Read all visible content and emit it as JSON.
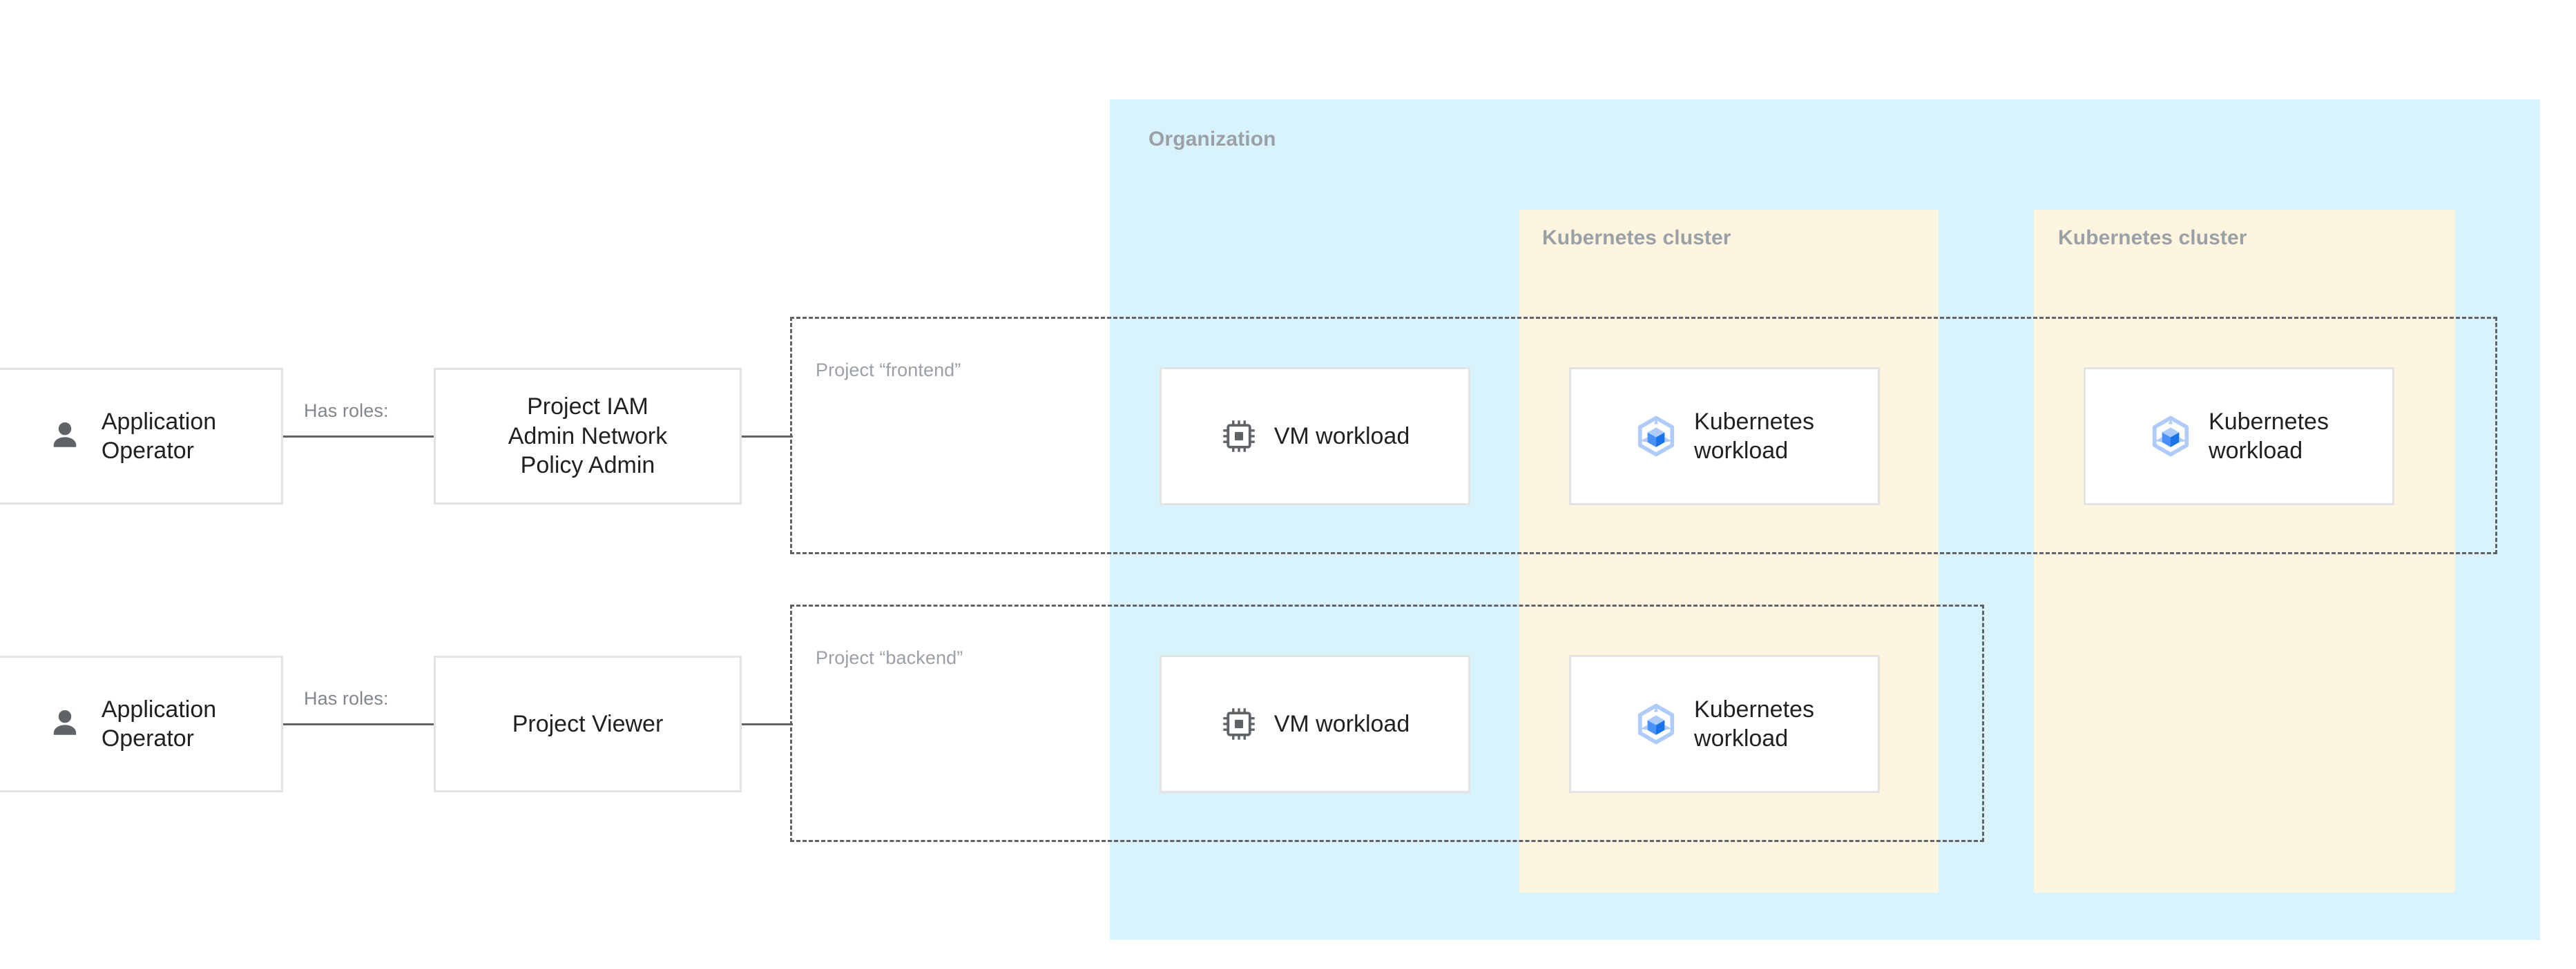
{
  "organization": {
    "label": "Organization",
    "bg_color": "#D9F3FD",
    "label_color": "#9AA0A6"
  },
  "clusters": [
    {
      "label": "Kubernetes cluster",
      "bg_color": "#FDF5DF"
    },
    {
      "label": "Kubernetes cluster",
      "bg_color": "#FDF5DF"
    }
  ],
  "projects": [
    {
      "label": "Project “frontend”"
    },
    {
      "label": "Project “backend”"
    }
  ],
  "actors": [
    {
      "label": "Application\nOperator",
      "icon": "person-icon"
    },
    {
      "label": "Application\nOperator",
      "icon": "person-icon"
    }
  ],
  "roles": [
    {
      "label": "Project IAM\nAdmin Network\nPolicy Admin"
    },
    {
      "label": "Project Viewer"
    }
  ],
  "connector_labels": [
    "Has roles:",
    "Has roles:"
  ],
  "workloads": {
    "frontend": [
      {
        "label": "VM workload",
        "icon": "cpu-chip-icon"
      },
      {
        "label": "Kubernetes\nworkload",
        "icon": "kubernetes-cube-icon"
      },
      {
        "label": "Kubernetes\nworkload",
        "icon": "kubernetes-cube-icon"
      }
    ],
    "backend": [
      {
        "label": "VM workload",
        "icon": "cpu-chip-icon"
      },
      {
        "label": "Kubernetes\nworkload",
        "icon": "kubernetes-cube-icon"
      }
    ]
  },
  "colors": {
    "org_blue": "#D9F3FD",
    "cluster_cream": "#FDF5DF",
    "text_primary": "#202124",
    "text_muted": "#9AA0A6",
    "border_gray": "#E3E3E3",
    "line_gray": "#5F6368",
    "k8s_light": "#AECBFA",
    "k8s_mid": "#4A90F7",
    "k8s_dark": "#1A73E8",
    "icon_gray": "#5F6368"
  }
}
